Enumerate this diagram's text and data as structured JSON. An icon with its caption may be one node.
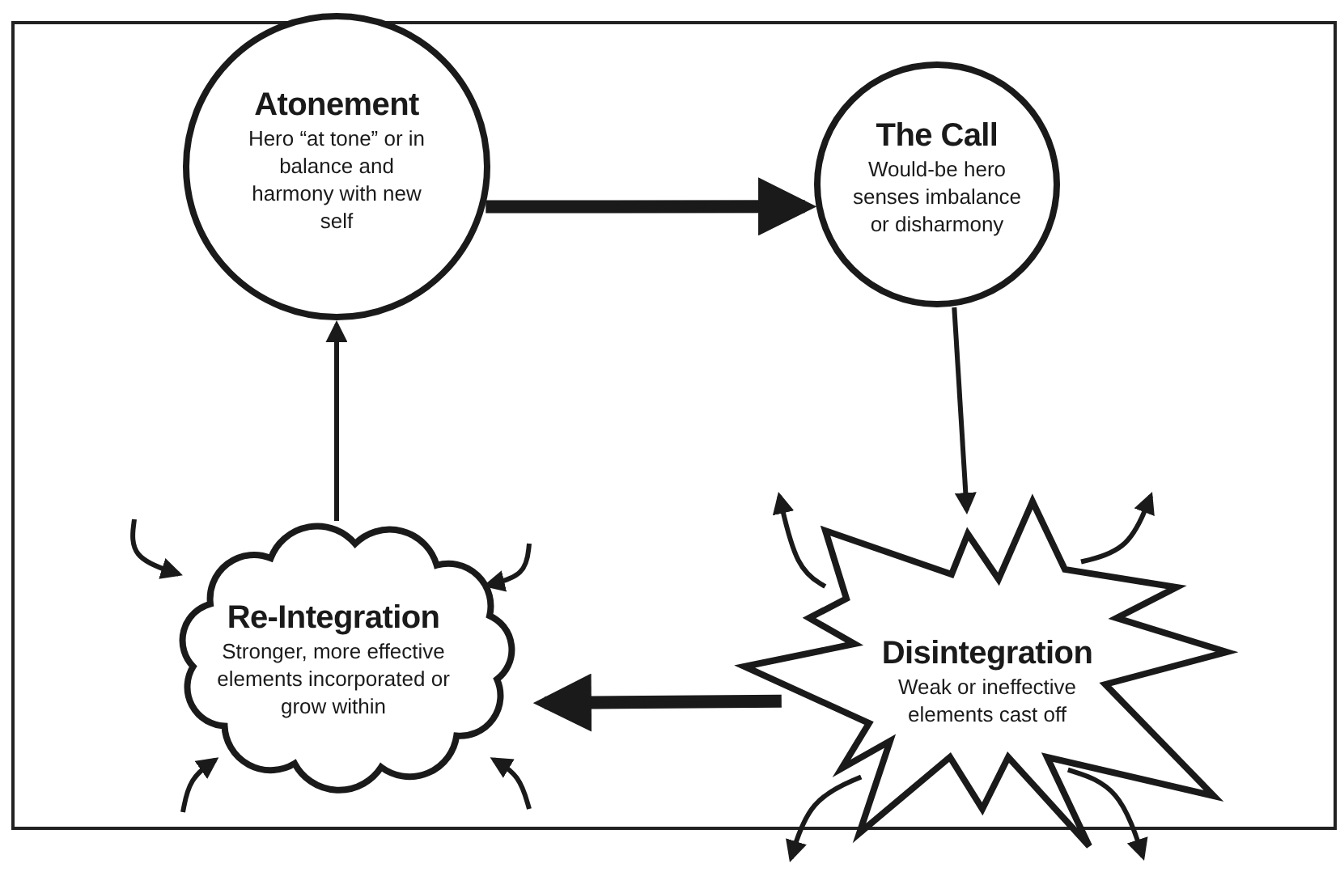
{
  "diagram": {
    "nodes": [
      {
        "text": [
          "Atonement",
          "Hero “at tone” or in balance and harmony with new self"
        ]
      },
      {
        "text": [
          "The Call",
          "Would-be hero senses imbalance or disharmony"
        ]
      },
      {
        "text": [
          "Disintegration",
          "Weak or ineffective elements cast off"
        ]
      },
      {
        "text": [
          "Re-Integration",
          "Stronger, more effective elements incorporated or grow within"
        ]
      }
    ],
    "edges": [
      {
        "from": 0,
        "to": 1,
        "arrow": "to",
        "style": "thick"
      },
      {
        "from": 1,
        "to": 2,
        "arrow": "to"
      },
      {
        "from": 2,
        "to": 3,
        "arrow": "to",
        "style": "thick"
      },
      {
        "from": 3,
        "to": 0,
        "arrow": "to"
      },
      {
        "from": null,
        "to": 3,
        "arrow": "to"
      },
      {
        "from": null,
        "to": 3,
        "arrow": "to"
      },
      {
        "from": null,
        "to": 3,
        "arrow": "to"
      },
      {
        "from": null,
        "to": 3,
        "arrow": "to"
      },
      {
        "from": 2,
        "to": null,
        "arrow": "to"
      },
      {
        "from": 2,
        "to": null,
        "arrow": "to"
      },
      {
        "from": 2,
        "to": null,
        "arrow": "to"
      },
      {
        "from": 2,
        "to": null,
        "arrow": "to"
      }
    ]
  }
}
